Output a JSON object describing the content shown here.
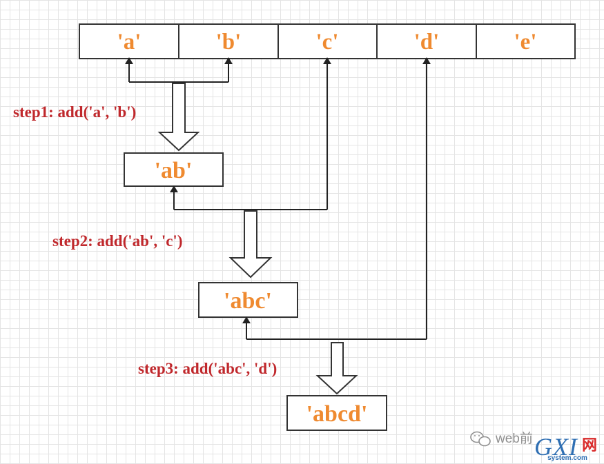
{
  "colors": {
    "value_text": "#ef8a30",
    "step_text": "#c0282c",
    "stroke": "#333333",
    "watermark_gray": "#8f8f8f",
    "watermark_blue": "#2f6fb3",
    "watermark_red": "#d92b2b"
  },
  "array": {
    "cells": [
      "'a'",
      "'b'",
      "'c'",
      "'d'",
      "'e'"
    ]
  },
  "results": {
    "ab": "'ab'",
    "abc": "'abc'",
    "abcd": "'abcd'"
  },
  "steps": {
    "step1": "step1: add('a', 'b')",
    "step2": "step2: add('ab', 'c')",
    "step3": "step3: add('abc', 'd')"
  },
  "watermark": {
    "label": "web前",
    "logo_letters": "GXI",
    "logo_char": "网",
    "domain": "system.com",
    "icon": "wechat-icon"
  }
}
